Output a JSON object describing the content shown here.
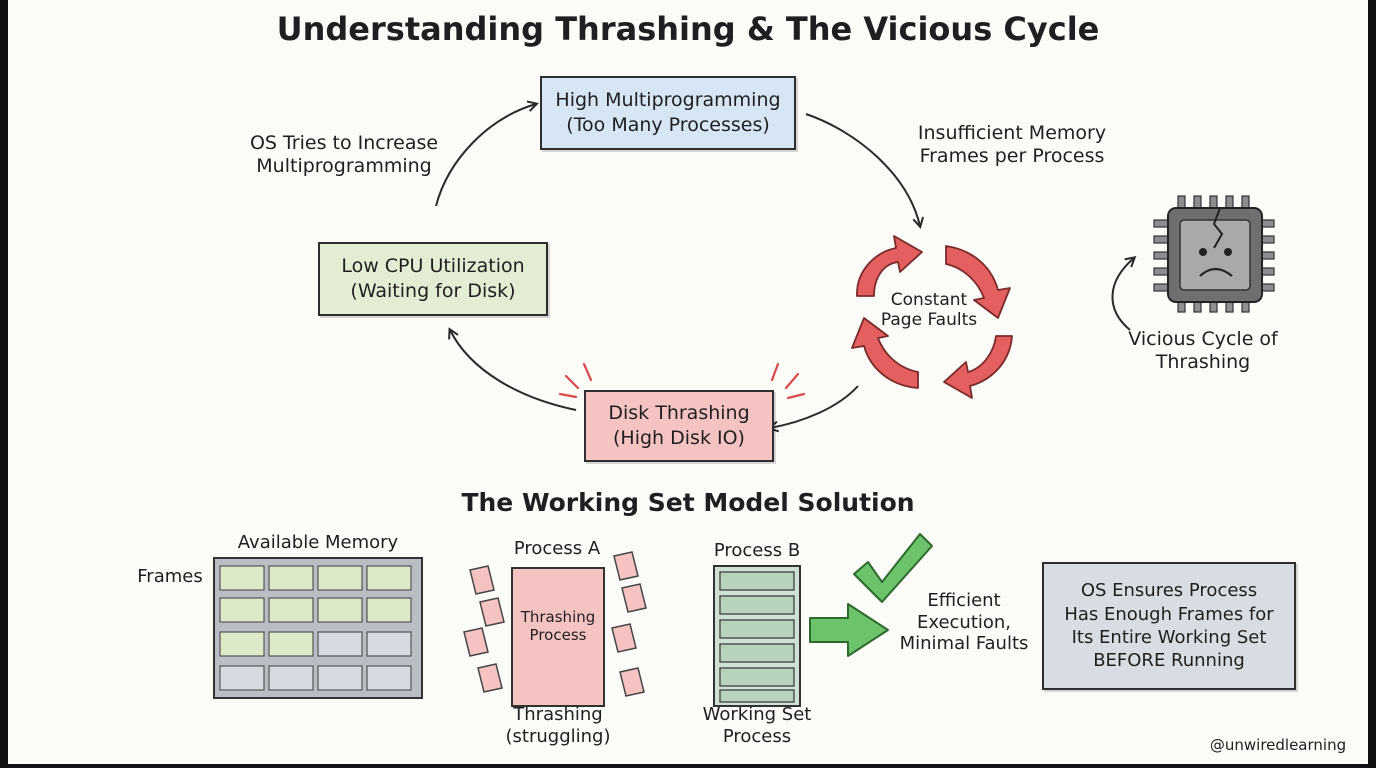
{
  "title": "Understanding Thrashing & The Vicious Cycle",
  "cycle": {
    "high_multiprogramming": {
      "line1": "High Multiprogramming",
      "line2": "(Too Many Processes)"
    },
    "insufficient_memory": {
      "line1": "Insufficient Memory",
      "line2": "Frames per Process"
    },
    "constant_page_faults": {
      "line1": "Constant",
      "line2": "Page Faults"
    },
    "disk_thrashing": {
      "line1": "Disk Thrashing",
      "line2": "(High Disk IO)"
    },
    "low_cpu": {
      "line1": "Low CPU Utilization",
      "line2": "(Waiting for Disk)"
    },
    "os_tries": {
      "line1": "OS Tries to Increase",
      "line2": "Multiprogramming"
    },
    "vicious_cycle": {
      "line1": "Vicious Cycle of",
      "line2": "Thrashing"
    }
  },
  "solution": {
    "heading": "The Working Set Model Solution",
    "available_memory": "Available Memory",
    "frames": "Frames",
    "process_a": "Process A",
    "thrashing_process": {
      "line1": "Thrashing",
      "line2": "Process"
    },
    "thrashing_caption": {
      "line1": "Thrashing",
      "line2": "(struggling)"
    },
    "process_b": "Process B",
    "working_set_caption": {
      "line1": "Working Set",
      "line2": "Process"
    },
    "efficient": {
      "line1": "Efficient",
      "line2": "Execution,",
      "line3": "Minimal Faults"
    },
    "os_ensures": {
      "line1": "OS Ensures Process",
      "line2": "Has Enough Frames for",
      "line3": "Its Entire Working Set",
      "line4": "BEFORE Running"
    }
  },
  "watermark": "@unwiredlearning",
  "colors": {
    "blue_box": "#d6e6f5",
    "green_box": "#e2edd3",
    "red_box": "#f6c3c3",
    "gray_box": "#d8dde3",
    "arrow_red": "#e46060",
    "check_green": "#5cb85c"
  }
}
